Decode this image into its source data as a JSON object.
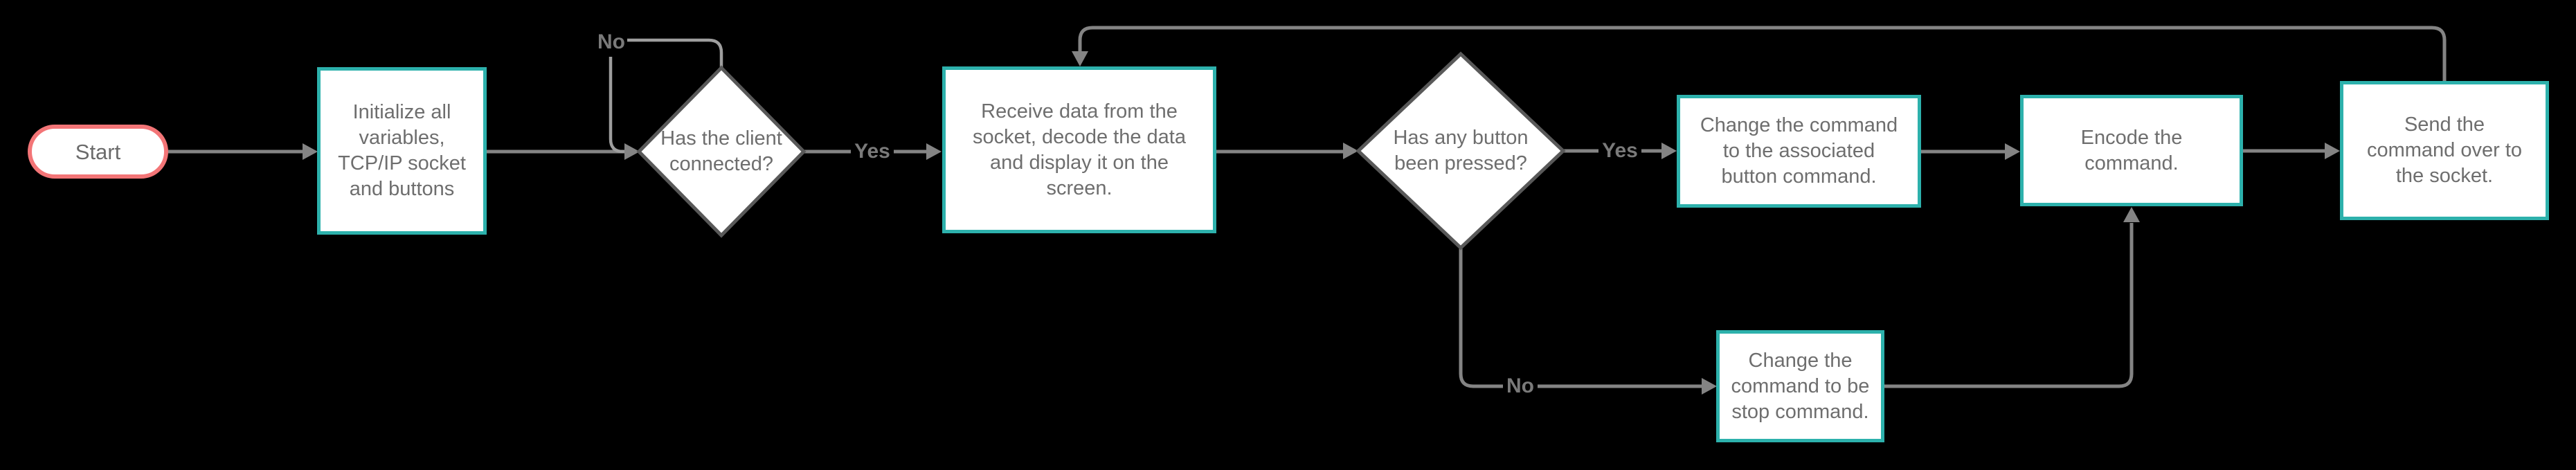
{
  "flowchart": {
    "background": "#000000",
    "colors": {
      "process_border": "#2db1ac",
      "terminator_border": "#f37577",
      "decision_border": "#595959",
      "connector": "#848484",
      "loop_connector": "#9e9e9e",
      "node_fill": "#ffffff",
      "node_text": "#6e6e6e",
      "edge_label_text": "#7a7a7a"
    },
    "nodes": {
      "start": {
        "type": "terminator",
        "label": "Start"
      },
      "initialize": {
        "type": "process",
        "label": "Initialize all variables, TCP/IP socket and buttons"
      },
      "client_connected": {
        "type": "decision",
        "label": "Has the client connected?"
      },
      "receive_data": {
        "type": "process",
        "label": "Receive data from the socket, decode the data and display it on the screen."
      },
      "button_pressed": {
        "type": "decision",
        "label": "Has any button been pressed?"
      },
      "change_button_command": {
        "type": "process",
        "label": "Change the command to the associated button command."
      },
      "encode_command": {
        "type": "process",
        "label": "Encode the command."
      },
      "send_command": {
        "type": "process",
        "label": "Send the command over to the socket."
      },
      "stop_command": {
        "type": "process",
        "label": "Change the command to be stop command."
      }
    },
    "edge_labels": {
      "client_connected_no": "No",
      "client_connected_yes": "Yes",
      "button_pressed_yes": "Yes",
      "button_pressed_no": "No"
    }
  }
}
